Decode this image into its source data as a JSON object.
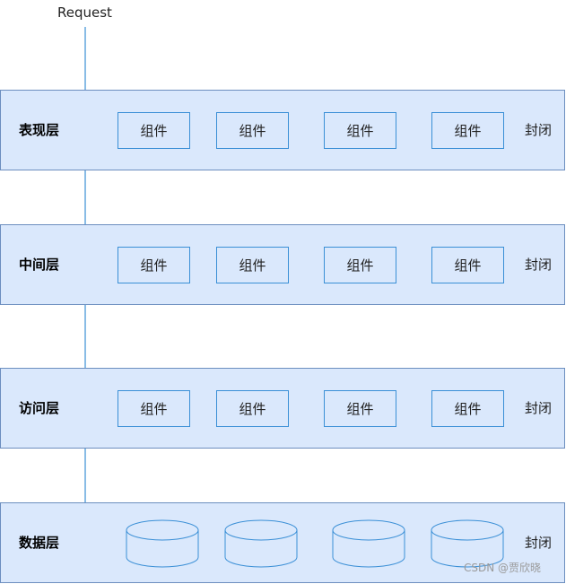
{
  "request_label": "Request",
  "closed_label": "封闭",
  "component_label": "组件",
  "layers": [
    {
      "label": "表现层"
    },
    {
      "label": "中间层"
    },
    {
      "label": "访问层"
    },
    {
      "label": "数据层"
    }
  ],
  "watermark": "CSDN @贾欣晓",
  "colors": {
    "layer_fill": "#dae8fc",
    "layer_border": "#6c8ebf",
    "component_border": "#3a8fd6",
    "arrow": "#3a8fd6"
  }
}
